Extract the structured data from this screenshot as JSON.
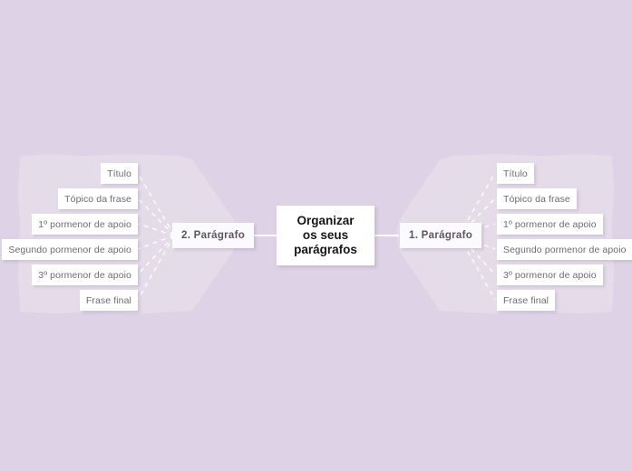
{
  "diagram": {
    "type": "mind-map",
    "title": "Organizar os seus parágrafos",
    "background_color": "#ded2e6",
    "region_color": "#e5dcea",
    "node_color": "#ffffff",
    "edge_color": "#ffffff"
  },
  "root": {
    "line1": "Organizar",
    "line2": "os seus",
    "line3": "parágrafos"
  },
  "branches": [
    {
      "label": "2. Parágrafo",
      "side": "left",
      "children": [
        {
          "label": "Título"
        },
        {
          "label": "Tópico da frase"
        },
        {
          "label": "1º pormenor de apoio"
        },
        {
          "label": "Segundo pormenor de apoio"
        },
        {
          "label": "3º pormenor de apoio"
        },
        {
          "label": "Frase final"
        }
      ]
    },
    {
      "label": "1. Parágrafo",
      "side": "right",
      "children": [
        {
          "label": "Título"
        },
        {
          "label": "Tópico da frase"
        },
        {
          "label": "1º pormenor de apoio"
        },
        {
          "label": "Segundo pormenor de apoio"
        },
        {
          "label": "3º pormenor de apoio"
        },
        {
          "label": "Frase final"
        }
      ]
    }
  ]
}
